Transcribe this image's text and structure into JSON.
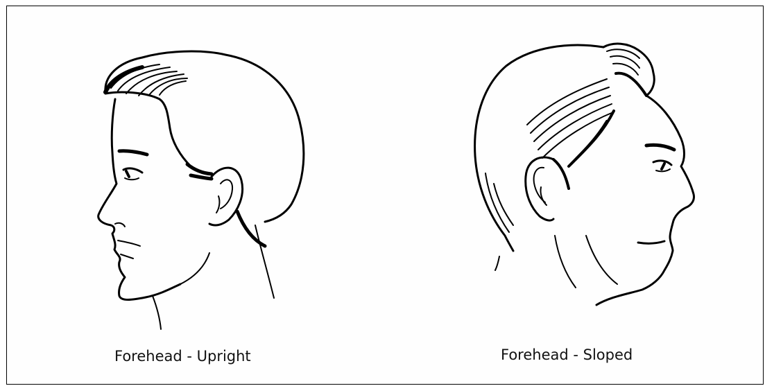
{
  "figures": [
    {
      "caption": "Forehead - Upright",
      "illustration": "head-profile-upright-forehead"
    },
    {
      "caption": "Forehead - Sloped",
      "illustration": "head-profile-sloped-forehead"
    }
  ],
  "colors": {
    "line": "#000000",
    "background": "#ffffff",
    "border": "#000000"
  }
}
